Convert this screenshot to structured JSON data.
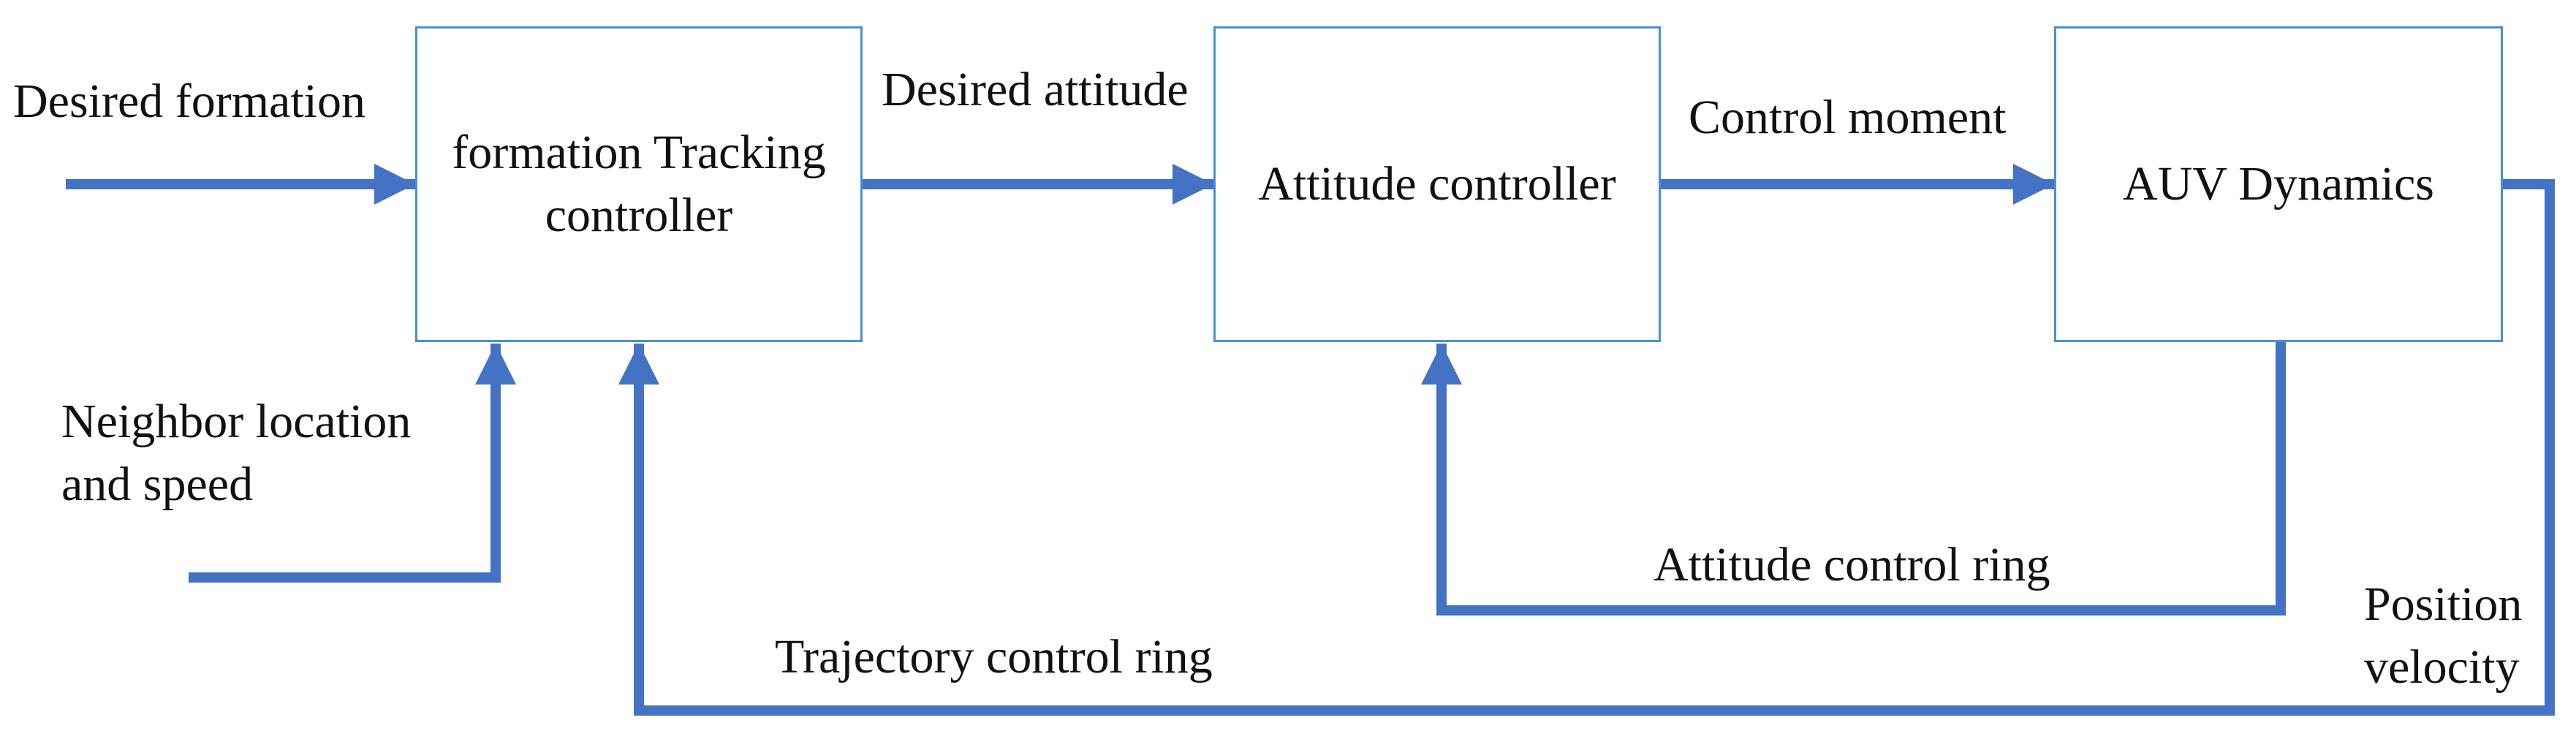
{
  "blocks": {
    "formation_tracking": {
      "line1": "formation Tracking",
      "line2": "controller"
    },
    "attitude_controller": {
      "label": "Attitude controller"
    },
    "auv_dynamics": {
      "label": "AUV Dynamics"
    }
  },
  "signals": {
    "desired_formation": "Desired formation",
    "desired_attitude": "Desired attitude",
    "control_moment": "Control moment",
    "neighbor": {
      "line1": "Neighbor location",
      "line2": "and speed"
    },
    "position_velocity": {
      "line1": "Position",
      "line2": "velocity"
    }
  },
  "loops": {
    "attitude_ring": "Attitude control ring",
    "trajectory_ring": "Trajectory control ring"
  },
  "colors": {
    "arrow": "#4472c4",
    "block_border": "#4a8fd6"
  }
}
